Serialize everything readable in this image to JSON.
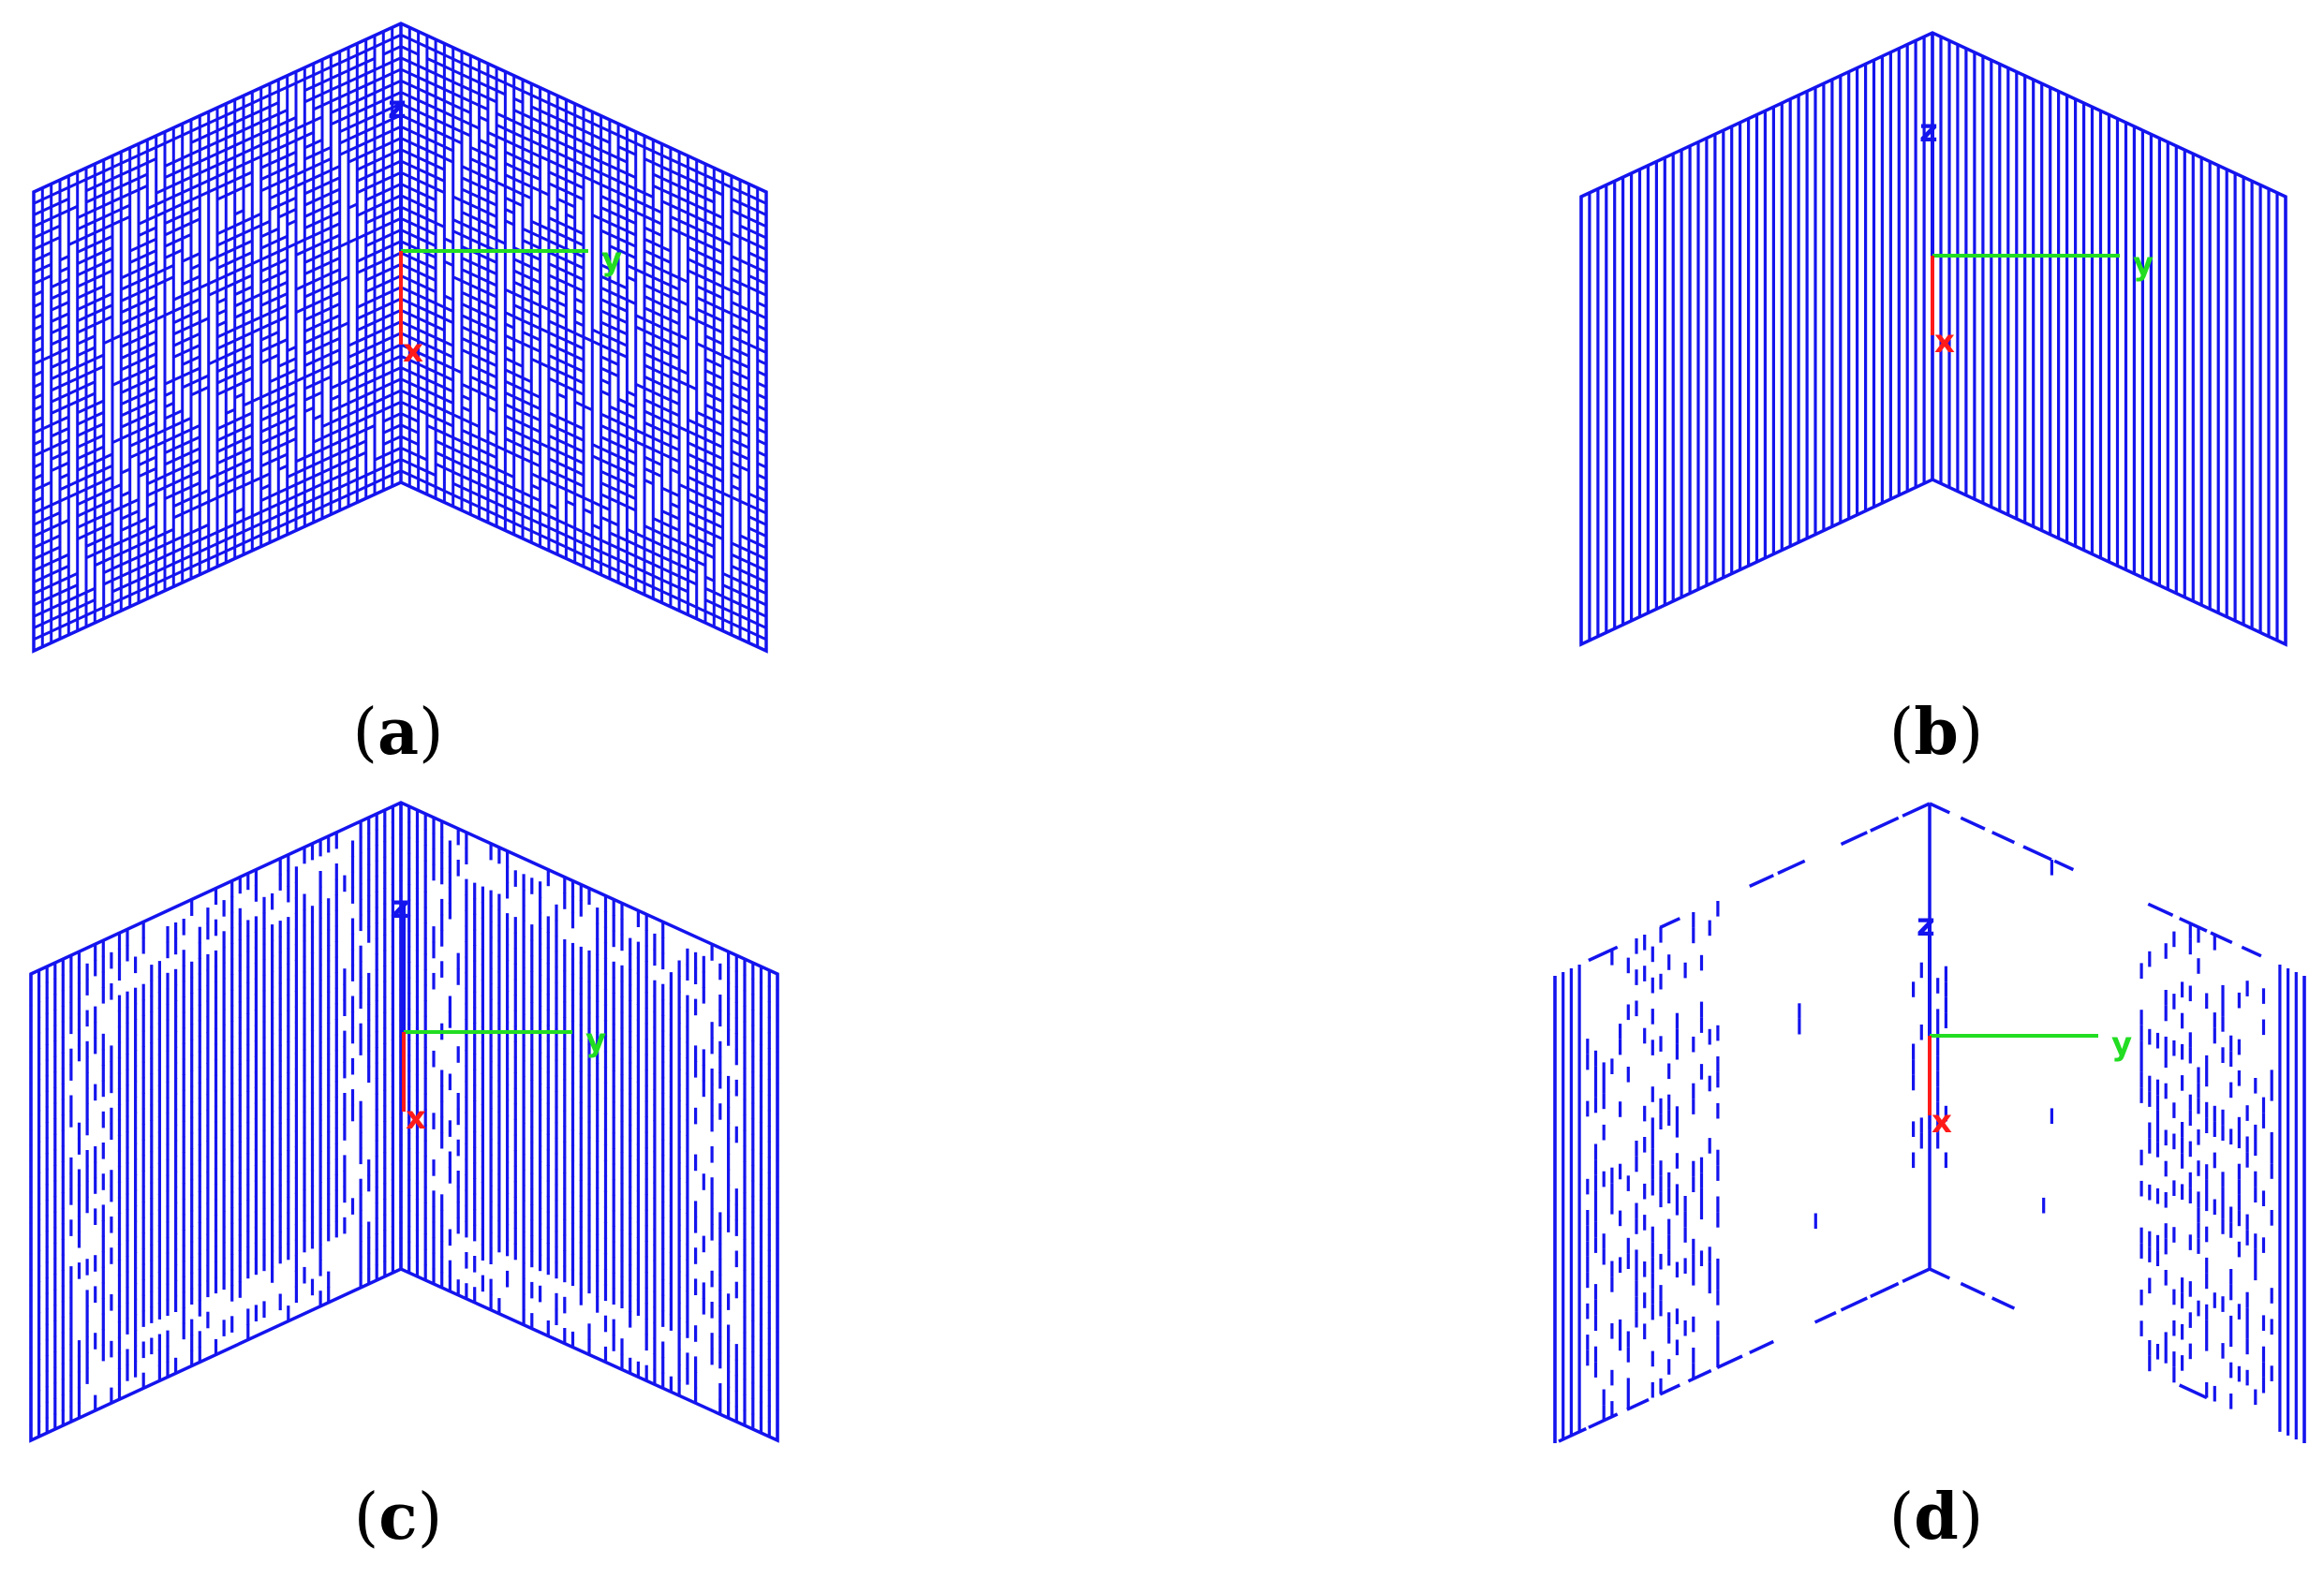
{
  "colors": {
    "mesh": "#1414ee",
    "axis_x": "#ff1a1a",
    "axis_y": "#22dd22",
    "axis_z": "#1414ee",
    "background": "#ffffff"
  },
  "axis_labels": {
    "x": "x",
    "y": "y",
    "z": "z"
  },
  "panels": [
    {
      "id": "a",
      "label": "a",
      "mesh": "grid",
      "description_pattern": "vertical-and-horizontal"
    },
    {
      "id": "b",
      "label": "b",
      "mesh": "vertical"
    },
    {
      "id": "c",
      "label": "c",
      "mesh": "vertical-with-gaps"
    },
    {
      "id": "d",
      "label": "d",
      "mesh": "sparse"
    }
  ]
}
